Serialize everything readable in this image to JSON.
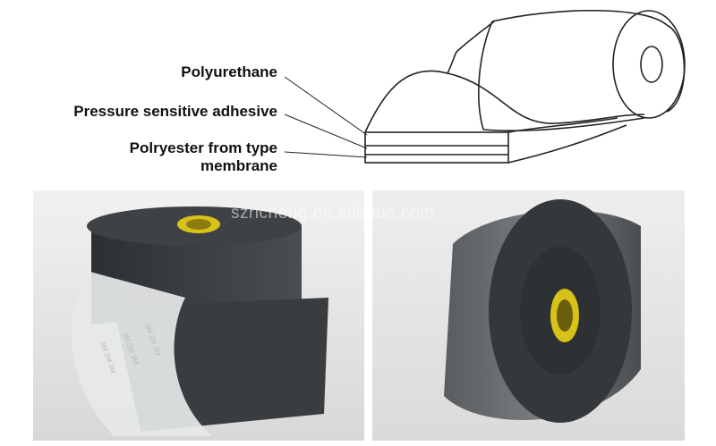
{
  "diagram": {
    "labels": [
      "Polyurethane",
      "Pressure sensitive adhesive",
      "Polryester from type membrane"
    ]
  },
  "watermark": "szricheng.en.alibaba.com",
  "colors": {
    "tape_dark": "#3a3d3f",
    "tape_grey": "#6e7275",
    "core_yellow": "#d8c21a",
    "liner_clear": "#e6e8e9"
  }
}
